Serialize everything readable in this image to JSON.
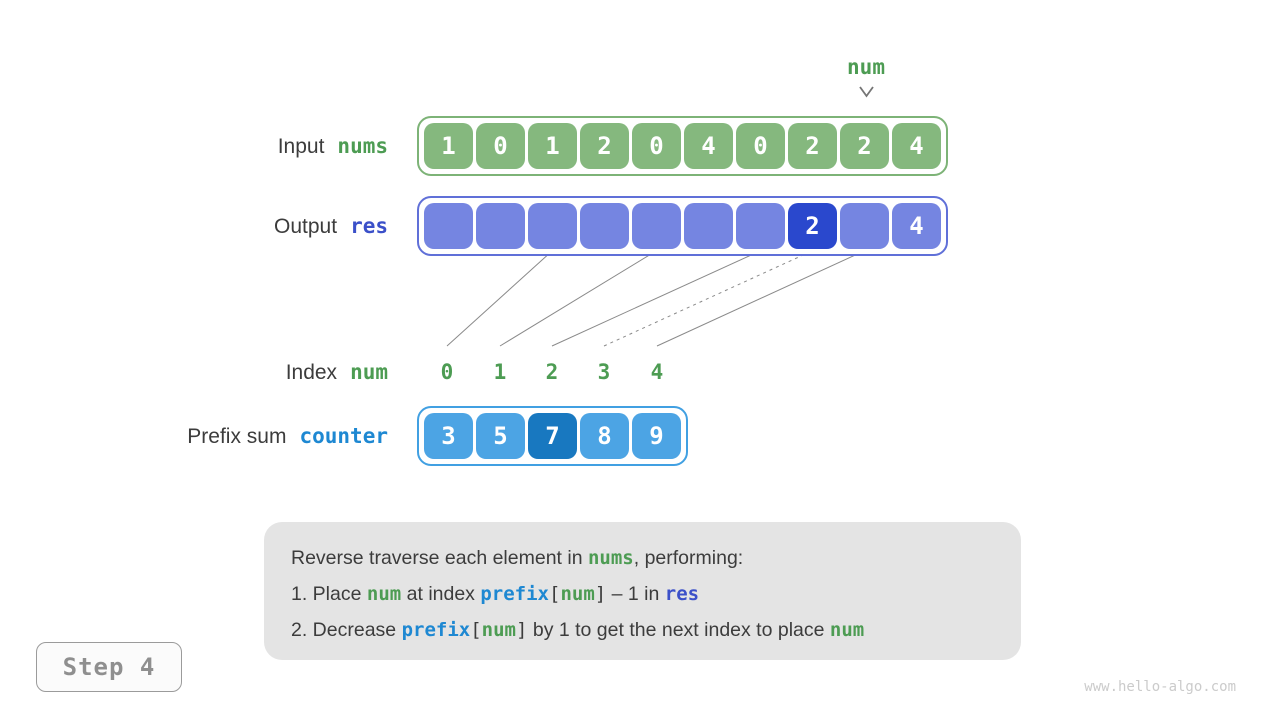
{
  "pointer": {
    "label": "num"
  },
  "rows": {
    "input": {
      "label_plain": "Input",
      "label_code": "nums",
      "values": [
        "1",
        "0",
        "1",
        "2",
        "0",
        "4",
        "0",
        "2",
        "2",
        "4"
      ]
    },
    "output": {
      "label_plain": "Output",
      "label_code": "res",
      "values": [
        "",
        "",
        "",
        "",
        "",
        "",
        "",
        "2",
        "",
        "4"
      ],
      "highlight_index": 7
    },
    "index": {
      "label_plain": "Index",
      "label_code": "num",
      "values": [
        "0",
        "1",
        "2",
        "3",
        "4"
      ]
    },
    "counter": {
      "label_plain": "Prefix sum",
      "label_code": "counter",
      "values": [
        "3",
        "5",
        "7",
        "8",
        "9"
      ],
      "highlight_index": 2
    }
  },
  "connectors": [
    {
      "from_index": 0,
      "to_res_index": 2,
      "dashed": false
    },
    {
      "from_index": 1,
      "to_res_index": 4,
      "dashed": false
    },
    {
      "from_index": 2,
      "to_res_index": 6,
      "dashed": false
    },
    {
      "from_index": 3,
      "to_res_index": 7,
      "dashed": true
    },
    {
      "from_index": 4,
      "to_res_index": 8,
      "dashed": false
    }
  ],
  "note": {
    "lines": [
      [
        {
          "t": "Reverse traverse each element in ",
          "s": "p"
        },
        {
          "t": "nums",
          "s": "g"
        },
        {
          "t": ", performing:",
          "s": "p"
        }
      ],
      [
        {
          "t": "1. Place ",
          "s": "p"
        },
        {
          "t": "num",
          "s": "g"
        },
        {
          "t": " at index ",
          "s": "p"
        },
        {
          "t": "prefix",
          "s": "b"
        },
        {
          "t": "[",
          "s": "k"
        },
        {
          "t": "num",
          "s": "g"
        },
        {
          "t": "]",
          "s": "k"
        },
        {
          "t": " – 1 in ",
          "s": "p"
        },
        {
          "t": "res",
          "s": "i"
        }
      ],
      [
        {
          "t": "2. Decrease ",
          "s": "p"
        },
        {
          "t": "prefix",
          "s": "b"
        },
        {
          "t": "[",
          "s": "k"
        },
        {
          "t": "num",
          "s": "g"
        },
        {
          "t": "]",
          "s": "k"
        },
        {
          "t": " by 1 to get the next index to place ",
          "s": "p"
        },
        {
          "t": "num",
          "s": "g"
        }
      ]
    ]
  },
  "step_badge": "Step 4",
  "watermark": "www.hello-algo.com",
  "colors": {
    "ink": "#3c3c3c",
    "green-code": "#4d9c53",
    "azure-code": "#1e88d2",
    "indigo-code": "#3b50c9",
    "green-cell": "#85b87e",
    "green-border": "#7db377",
    "purple-cell": "#7585e1",
    "purple-dark": "#2a48cd",
    "purple-border": "#6070d8",
    "blue-cell": "#4ca4e4",
    "blue-dark": "#1878c0",
    "blue-border": "#41a0e2",
    "line-gray": "#8a8a8a",
    "arrow-gray": "#757575",
    "note-bg": "#e4e4e4",
    "badge-border": "#9b9b9b",
    "badge-bg": "#fbfbfb",
    "badge-text": "#8f8f8f",
    "watermark-color": "#cbcbcb"
  }
}
